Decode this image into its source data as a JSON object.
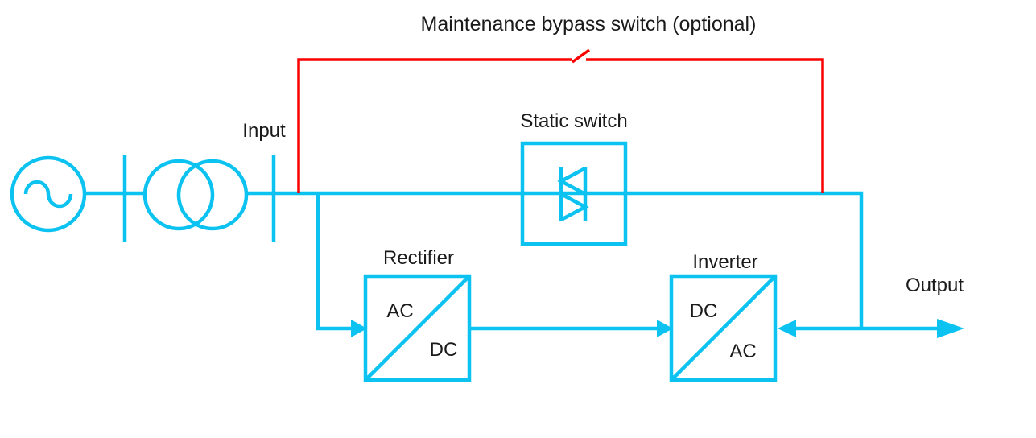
{
  "diagram": {
    "type": "ups-single-line-diagram",
    "title": "Maintenance bypass switch (optional)",
    "labels": {
      "input": "Input",
      "static_switch": "Static switch",
      "rectifier": "Rectifier",
      "inverter": "Inverter",
      "output": "Output",
      "rectifier_in": "AC",
      "rectifier_out": "DC",
      "inverter_in": "DC",
      "inverter_out": "AC"
    },
    "colors": {
      "line": "#0bc2f0",
      "bypass": "#fa0000",
      "text": "#1a1a1a",
      "background": "#ffffff"
    }
  }
}
